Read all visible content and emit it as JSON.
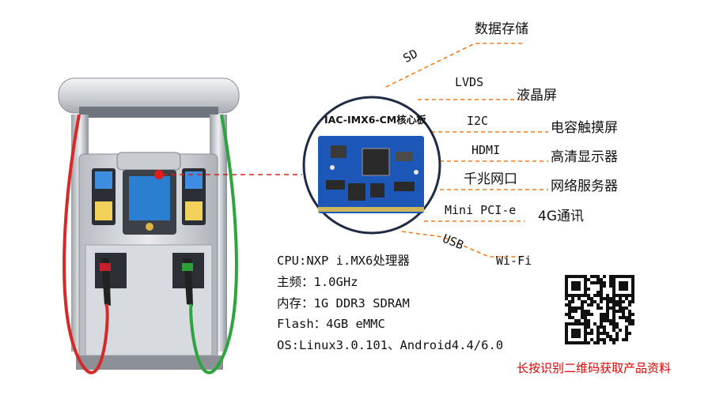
{
  "board": {
    "title": "IAC-IMX6-CM核心板"
  },
  "interfaces": [
    {
      "name": "SD",
      "function": "数据存储"
    },
    {
      "name": "LVDS",
      "function": "液晶屏"
    },
    {
      "name": "I2C",
      "function": "电容触摸屏"
    },
    {
      "name": "HDMI",
      "function": "高清显示器"
    },
    {
      "name": "千兆网口",
      "function": "网络服务器"
    },
    {
      "name": "Mini PCI-e",
      "function": "4G通讯"
    },
    {
      "name": "USB",
      "function": "Wi-Fi"
    }
  ],
  "specs": [
    "CPU:NXP i.MX6处理器",
    "主频：1.0GHz",
    "内存：1G DDR3 SDRAM",
    "Flash：4GB eMMC",
    "OS:Linux3.0.101、Android4.4/6.0"
  ],
  "caption": "长按识别二维码获取产品资料",
  "colors": {
    "callout_line": "#f07c1e",
    "pointer_line": "#d81e1e",
    "caption": "#e00000",
    "board": "#1d58b8"
  },
  "icons": [
    "fuel-dispenser-image",
    "core-board-image",
    "qr-code-image"
  ]
}
